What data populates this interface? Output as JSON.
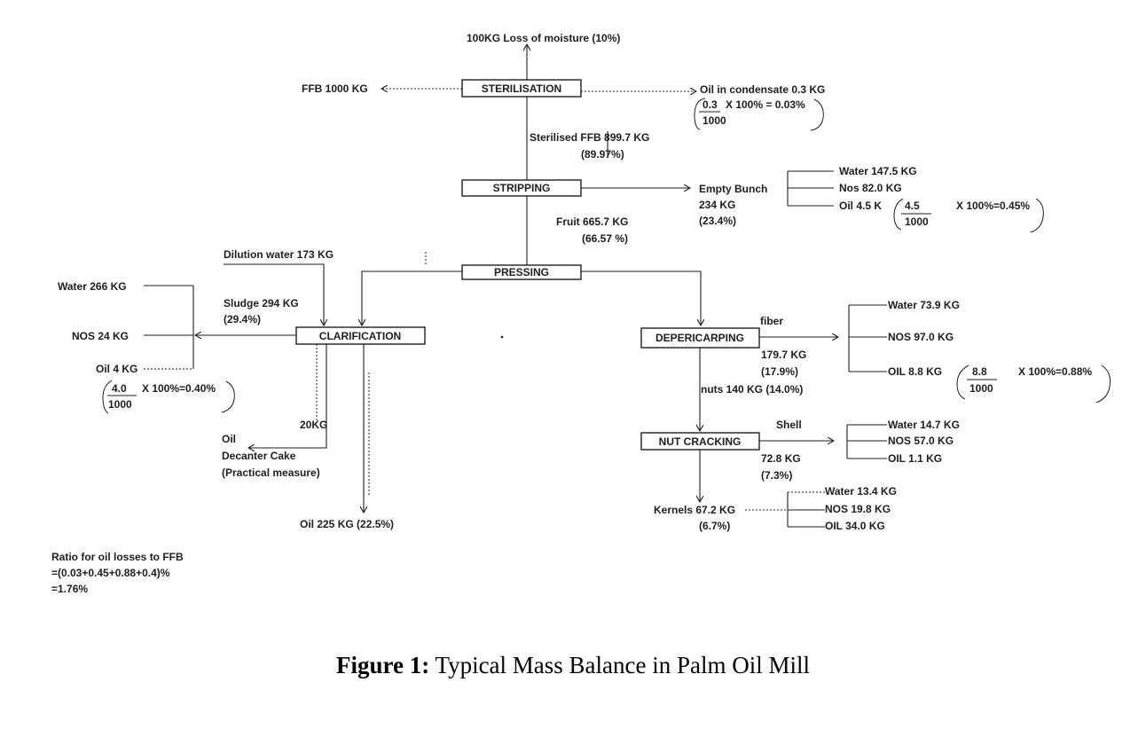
{
  "process": {
    "sterilisation": "STERILISATION",
    "stripping": "STRIPPING",
    "pressing": "PRESSING",
    "clarification": "CLARIFICATION",
    "depericarping": "DEPERICARPING",
    "nut_cracking": "NUT CRACKING"
  },
  "sterilisation": {
    "moisture_loss": "100KG Loss of moisture (10%)",
    "ffb_input": "FFB 1000 KG",
    "condensate_oil": "Oil in condensate 0.3 KG",
    "calc_numerator": "0.3",
    "calc_expr": "X 100% = 0.03%",
    "calc_denominator": "1000",
    "output": "Sterilised FFB 899.7 KG",
    "output_pct": "(89.97%)"
  },
  "stripping": {
    "empty_bunch": "Empty Bunch",
    "empty_bunch_kg": "234 KG",
    "empty_bunch_pct": "(23.4%)",
    "water": "Water 147.5 KG",
    "nos": "Nos 82.0 KG",
    "oil": "Oil 4.5 K",
    "calc_numerator": "4.5",
    "calc_denominator": "1000",
    "calc_expr": "X 100%=0.45%",
    "fruit": "Fruit  665.7 KG",
    "fruit_pct": "(66.57 %)"
  },
  "clarification": {
    "dilution_water": "Dilution water 173 KG",
    "sludge": "Sludge 294 KG",
    "sludge_pct": "(29.4%)",
    "water": "Water 266 KG",
    "nos": "NOS 24 KG",
    "oil": "Oil 4 KG",
    "calc_numerator": "4.0",
    "calc_expr": "X 100%=0.40%",
    "calc_denominator": "1000",
    "cake_qty": "20KG",
    "cake_line1": "Oil",
    "cake_line2": "Decanter Cake",
    "cake_line3": "(Practical measure)",
    "oil_output": "Oil 225 KG (22.5%)"
  },
  "depericarping": {
    "fiber": "fiber",
    "fiber_kg": "179.7 KG",
    "fiber_pct": "(17.9%)",
    "water": "Water 73.9 KG",
    "nos": "NOS 97.0 KG",
    "oil": "OIL 8.8 KG",
    "calc_numerator": "8.8",
    "calc_denominator": "1000",
    "calc_expr": "X 100%=0.88%",
    "nuts": "nuts 140 KG (14.0%)"
  },
  "nut_cracking": {
    "shell": "Shell",
    "shell_kg": "72.8 KG",
    "shell_pct": "(7.3%)",
    "water": "Water 14.7 KG",
    "nos": "NOS 57.0 KG",
    "oil": "OIL 1.1 KG",
    "kernels": "Kernels 67.2 KG",
    "kernels_pct": "(6.7%)",
    "kernel_water": "Water 13.4 KG",
    "kernel_nos": "NOS 19.8 KG",
    "kernel_oil": "OIL 34.0 KG"
  },
  "ratio": {
    "line1": "Ratio for oil losses to FFB",
    "line2": "=(0.03+0.45+0.88+0.4)%",
    "line3": "=1.76%"
  },
  "caption": {
    "label": "Figure 1:",
    "text": " Typical Mass Balance in Palm Oil Mill"
  }
}
